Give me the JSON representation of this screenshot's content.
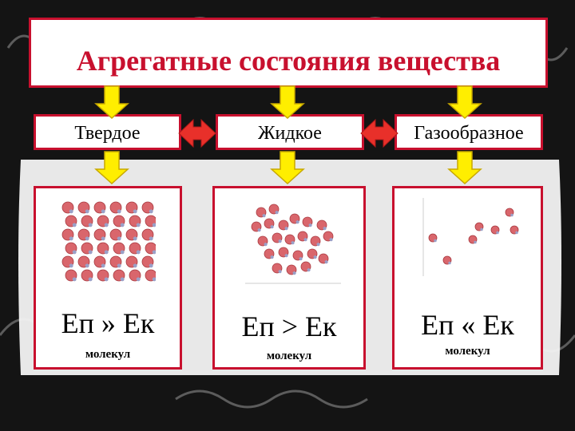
{
  "title": "Агрегатные состояния вещества",
  "states": [
    {
      "label": "Твердое",
      "energy": "Еп » Ек",
      "note": "молекул"
    },
    {
      "label": "Жидкое",
      "energy": "Еп > Ек",
      "note": "молекул"
    },
    {
      "label": "Газообразное",
      "energy": "Еп « Ек",
      "note": "молекул"
    }
  ],
  "colors": {
    "border": "#c8102e",
    "arrow_yellow": "#ffee00",
    "double_arrow_red": "#e8302a",
    "molecule": "#d9666c",
    "atom_small": "#9aa0c8"
  }
}
